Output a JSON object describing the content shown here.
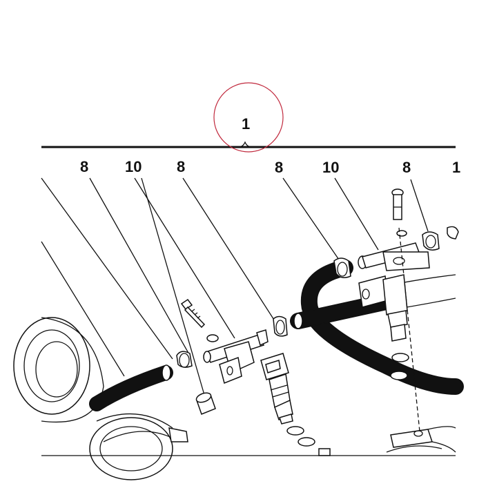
{
  "diagram": {
    "group_label": "1",
    "highlight_color": "#c0283c",
    "line_color": "#111111",
    "callouts": [
      {
        "label": "8"
      },
      {
        "label": "10"
      },
      {
        "label": "8"
      },
      {
        "label": "8"
      },
      {
        "label": "10"
      },
      {
        "label": "8"
      },
      {
        "label": "1"
      }
    ]
  }
}
